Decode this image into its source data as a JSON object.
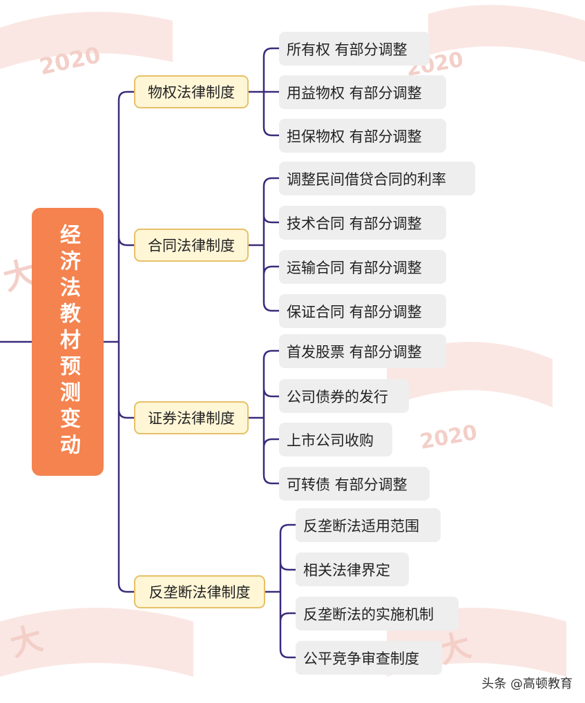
{
  "root": {
    "title": "经济法教材预测变动"
  },
  "branches": [
    {
      "label": "物权法律制度",
      "children": [
        "所有权 有部分调整",
        "用益物权 有部分调整",
        "担保物权 有部分调整"
      ]
    },
    {
      "label": "合同法律制度",
      "children": [
        "调整民间借贷合同的利率",
        "技术合同 有部分调整",
        "运输合同 有部分调整",
        "保证合同 有部分调整"
      ]
    },
    {
      "label": "证券法律制度",
      "children": [
        "首发股票 有部分调整",
        "公司债券的发行",
        "上市公司收购",
        "可转债 有部分调整"
      ]
    },
    {
      "label": "反垄断法律制度",
      "children": [
        "反垄断法适用范围",
        "相关法律界定",
        "反垄断法的实施机制",
        "公平竞争审查制度"
      ]
    }
  ],
  "credit": "头条 @高顿教育",
  "watermark": {
    "year": "2020",
    "glyph": "大"
  },
  "colors": {
    "root": "#f4834f",
    "branch_fill": "#fff6d6",
    "branch_border": "#e6c066",
    "leaf_fill": "#eeeeee",
    "connector": "#3b2a7a",
    "watermark": "#f3cfc8"
  }
}
